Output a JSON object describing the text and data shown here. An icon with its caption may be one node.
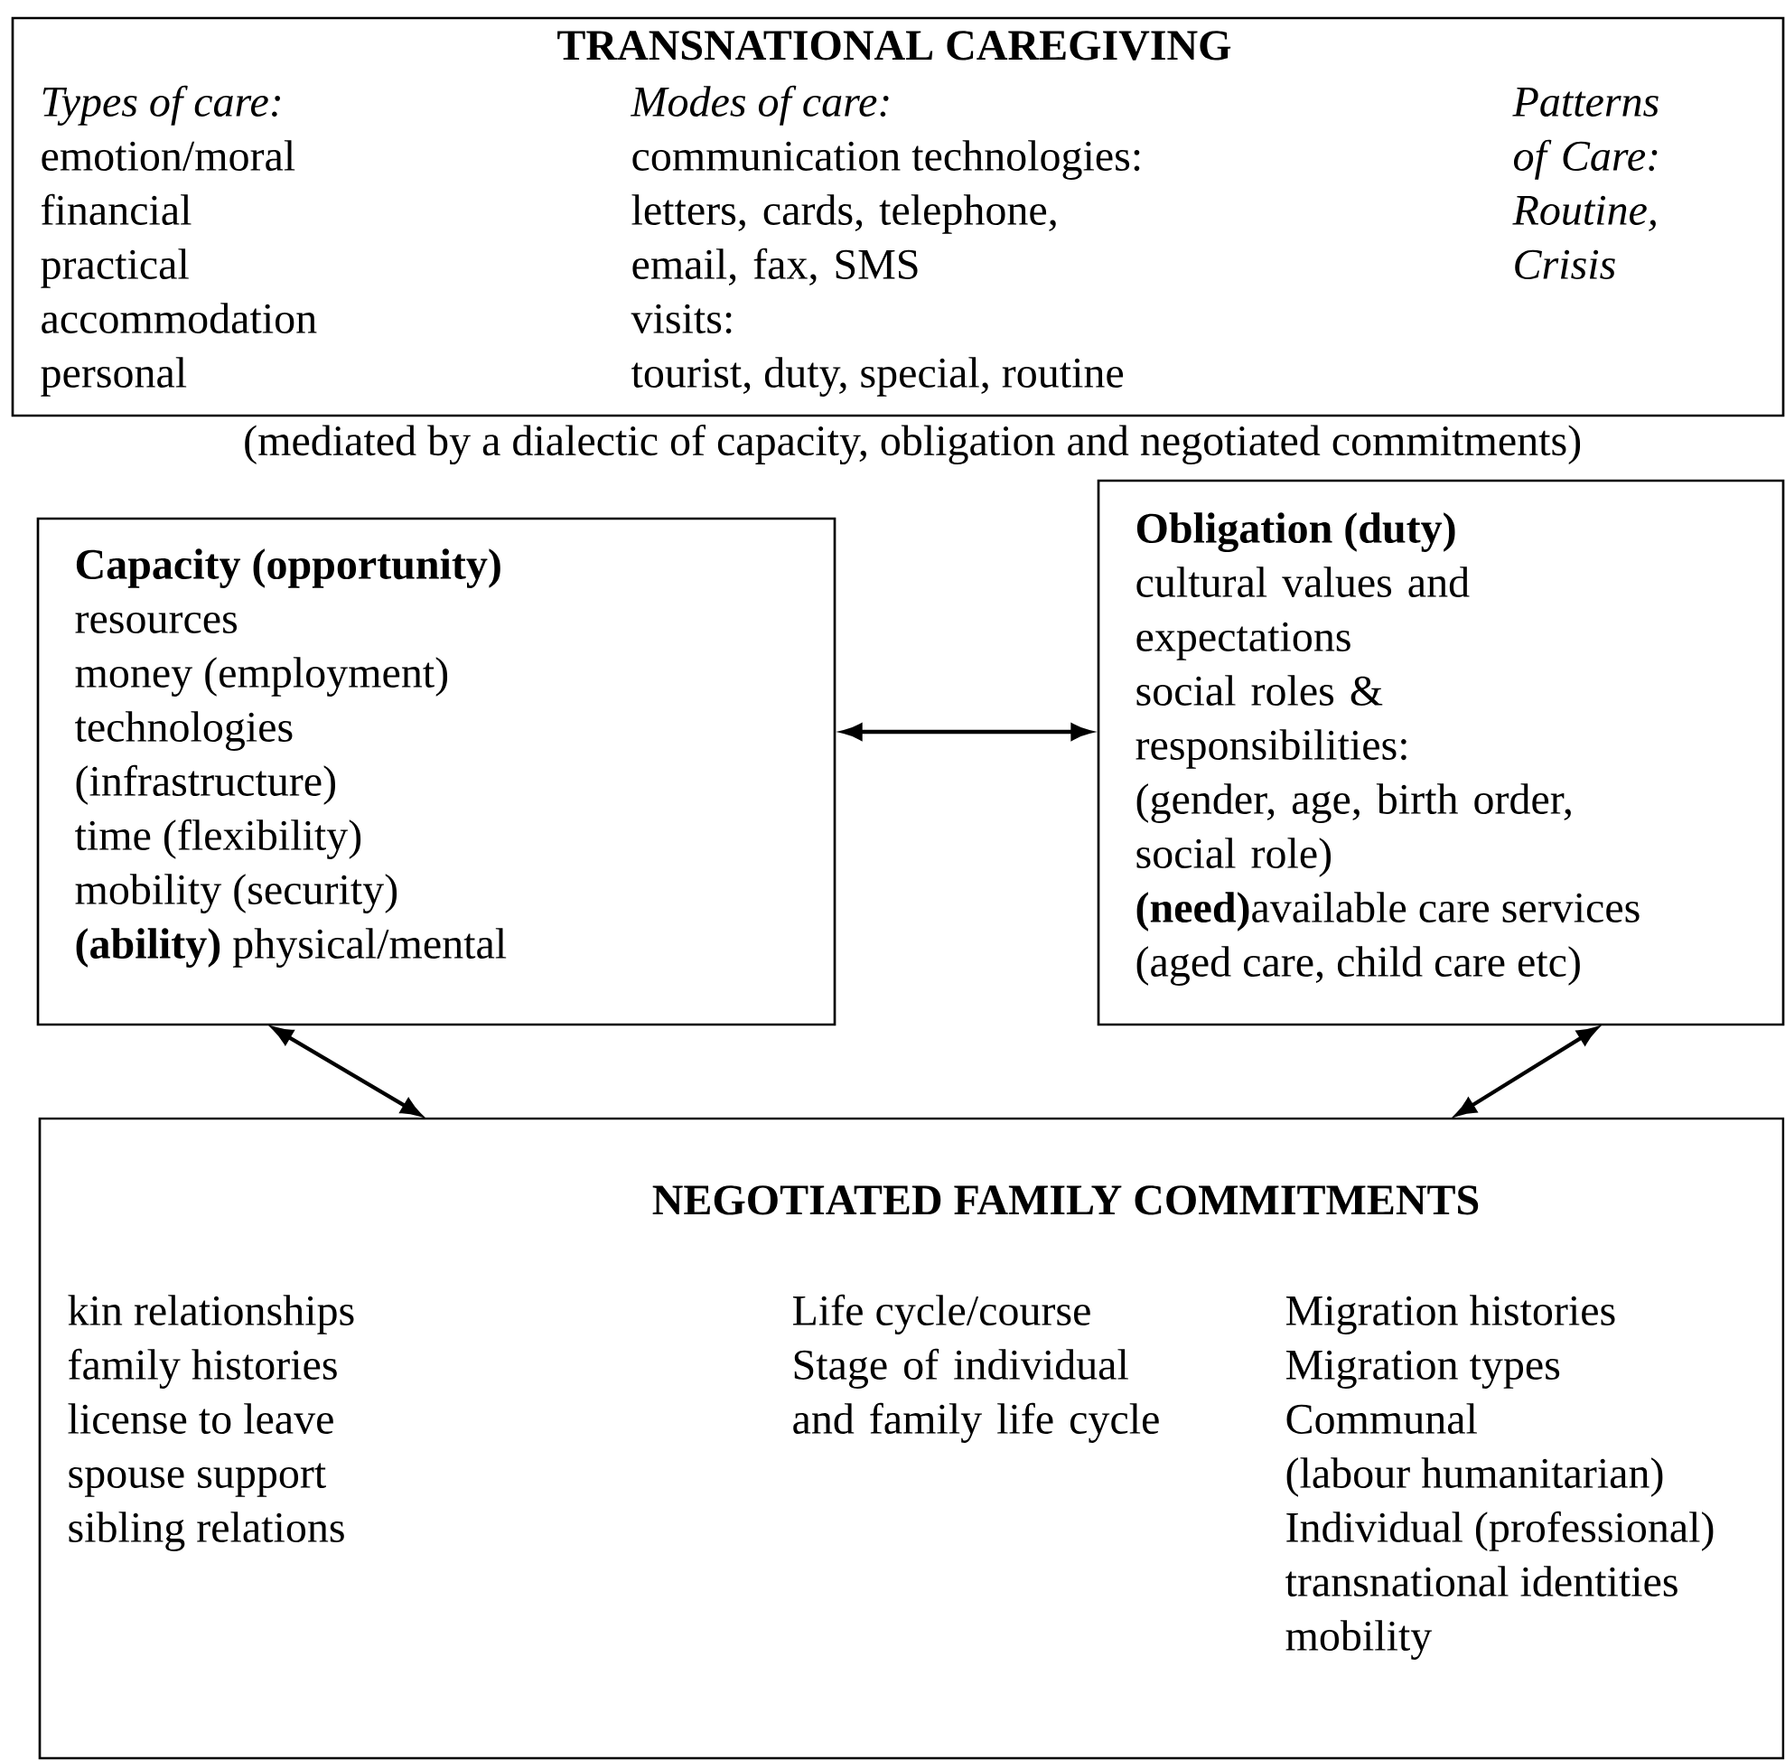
{
  "diagram": {
    "nodes": [
      {
        "text": [
          "TRANSNATIONAL CAREGIVING",
          "Types of care:",
          "emotion/moral",
          "financial",
          "practical",
          "accommodation",
          "personal",
          "Modes of care:",
          "communication technologies:",
          "letters, cards, telephone, email, fax, SMS",
          "visits:",
          "tourist, duty, special, routine",
          "Patterns of Care:",
          "Routine, Crisis"
        ]
      },
      {
        "text": [
          "Capacity (opportunity)",
          "resources",
          "money (employment)",
          "technologies (infrastructure)",
          "time (flexibility)",
          "mobility (security)",
          "**(ability)** physical/mental"
        ]
      },
      {
        "text": [
          "Obligation (duty)",
          "cultural values and expectations",
          "social roles & responsibilities:",
          "(gender, age, birth order, social role)",
          "**(need)**available care services",
          "(aged care, child care etc)"
        ]
      },
      {
        "text": [
          "NEGOTIATED FAMILY COMMITMENTS",
          "kin relationships",
          "family histories",
          "license to leave",
          "spouse support",
          "sibling relations",
          "Life cycle/course",
          "Stage of individual and family life cycle",
          "Migration histories",
          "Migration types",
          "Communal",
          "(labour humanitarian)",
          "Individual (professional)",
          "transnational identities",
          "mobility"
        ]
      }
    ],
    "edges": [
      {
        "from": 1,
        "to": 2,
        "arrow": "both"
      },
      {
        "from": 1,
        "to": 3,
        "arrow": "both"
      },
      {
        "from": 2,
        "to": 3,
        "arrow": "both"
      }
    ],
    "labels": [
      "(mediated by a dialectic of capacity, obligation and negotiated commitments)"
    ]
  }
}
